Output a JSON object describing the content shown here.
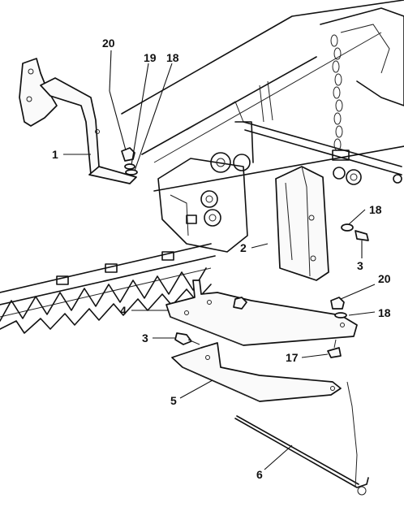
{
  "callouts": {
    "c1": "1",
    "c2": "2",
    "c3a": "3",
    "c3b": "3",
    "c4": "4",
    "c5": "5",
    "c6": "6",
    "c17": "17",
    "c18a": "18",
    "c18b": "18",
    "c18c": "18",
    "c19": "19",
    "c20a": "20",
    "c20b": "20"
  }
}
